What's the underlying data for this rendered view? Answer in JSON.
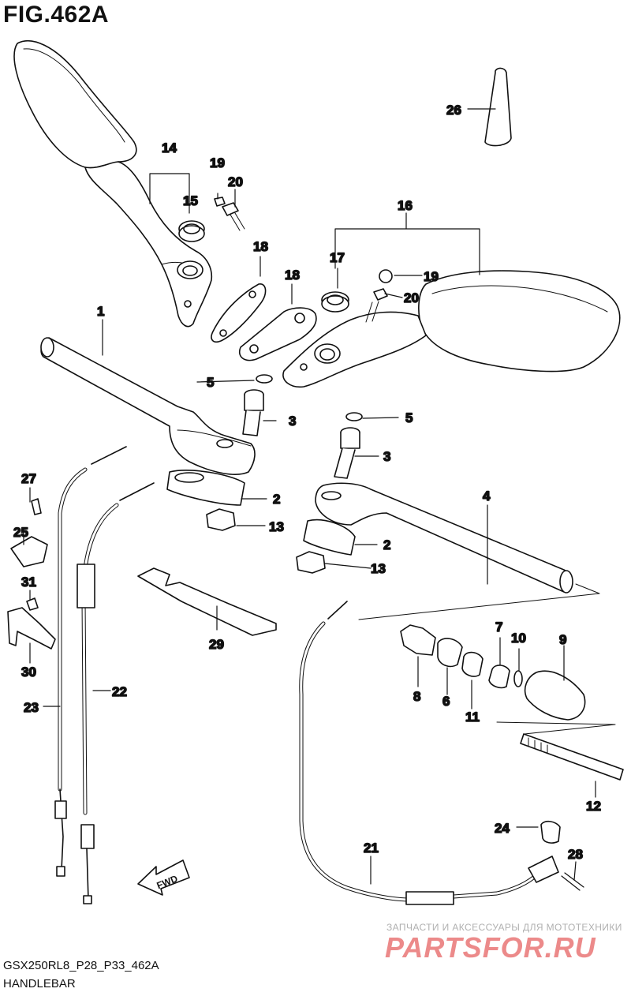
{
  "figure": {
    "title": "FIG.462A",
    "code": "GSX250RL8_P28_P33_462A",
    "name": "HANDLEBAR"
  },
  "watermark": {
    "caption": "ЗАПЧАСТИ И АКСЕССУАРЫ ДЛЯ МОТОТЕХНИКИ",
    "logo": "PARTSFOR.RU"
  },
  "arrow_label": "FWD",
  "callouts": [
    {
      "id": "c1",
      "number": "1"
    },
    {
      "id": "c2a",
      "number": "2"
    },
    {
      "id": "c2b",
      "number": "2"
    },
    {
      "id": "c3a",
      "number": "3"
    },
    {
      "id": "c3b",
      "number": "3"
    },
    {
      "id": "c4",
      "number": "4"
    },
    {
      "id": "c5a",
      "number": "5"
    },
    {
      "id": "c5b",
      "number": "5"
    },
    {
      "id": "c6",
      "number": "6"
    },
    {
      "id": "c7",
      "number": "7"
    },
    {
      "id": "c8",
      "number": "8"
    },
    {
      "id": "c9",
      "number": "9"
    },
    {
      "id": "c10",
      "number": "10"
    },
    {
      "id": "c11",
      "number": "11"
    },
    {
      "id": "c12",
      "number": "12"
    },
    {
      "id": "c13a",
      "number": "13"
    },
    {
      "id": "c13b",
      "number": "13"
    },
    {
      "id": "c14",
      "number": "14"
    },
    {
      "id": "c15",
      "number": "15"
    },
    {
      "id": "c16",
      "number": "16"
    },
    {
      "id": "c17",
      "number": "17"
    },
    {
      "id": "c18a",
      "number": "18"
    },
    {
      "id": "c18b",
      "number": "18"
    },
    {
      "id": "c19a",
      "number": "19"
    },
    {
      "id": "c19b",
      "number": "19"
    },
    {
      "id": "c20a",
      "number": "20"
    },
    {
      "id": "c20b",
      "number": "20"
    },
    {
      "id": "c21",
      "number": "21"
    },
    {
      "id": "c22",
      "number": "22"
    },
    {
      "id": "c23",
      "number": "23"
    },
    {
      "id": "c24",
      "number": "24"
    },
    {
      "id": "c25",
      "number": "25"
    },
    {
      "id": "c26",
      "number": "26"
    },
    {
      "id": "c27",
      "number": "27"
    },
    {
      "id": "c28",
      "number": "28"
    },
    {
      "id": "c29",
      "number": "29"
    },
    {
      "id": "c30",
      "number": "30"
    },
    {
      "id": "c31",
      "number": "31"
    }
  ]
}
